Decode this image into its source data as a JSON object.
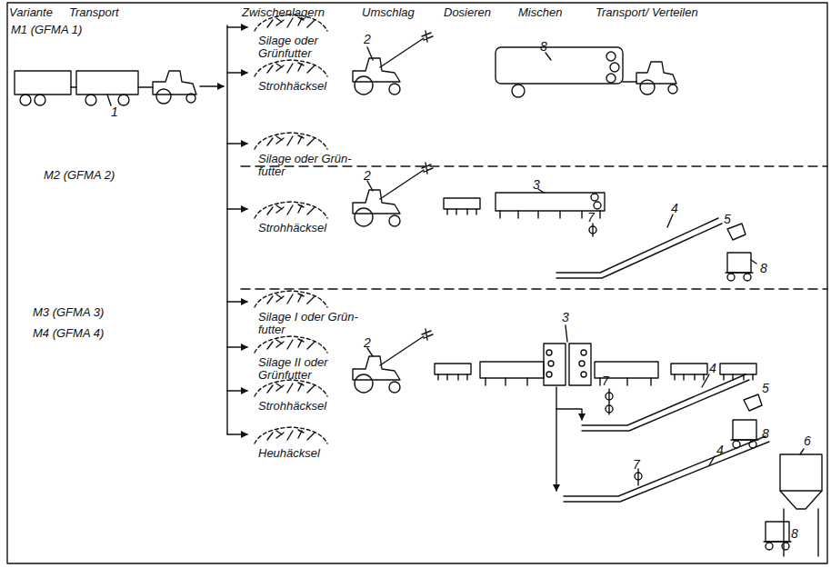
{
  "diagram": {
    "labels": [
      "Variante",
      "Transport",
      "Zwischenlagern",
      "Umschlag",
      "Dosieren",
      "Mischen",
      "Transport/ Verteilen",
      "M1 (GFMA 1)",
      "Silage oder Grünfutter",
      "Strohhäcksel",
      "1",
      "2",
      "8",
      "M2 (GFMA 2)",
      "Silage oder Grün- futter",
      "Strohhäcksel",
      "2",
      "3",
      "7",
      "4",
      "5",
      "8",
      "M3 (GFMA 3)",
      "M4 (GFMA 4)",
      "Silage I oder Grün- futter",
      "Silage II oder Grünfutter",
      "Strohhäcksel",
      "Heuhäcksel",
      "2",
      "3",
      "7",
      "4",
      "5",
      "8",
      "6",
      "7",
      "4",
      "8"
    ]
  }
}
